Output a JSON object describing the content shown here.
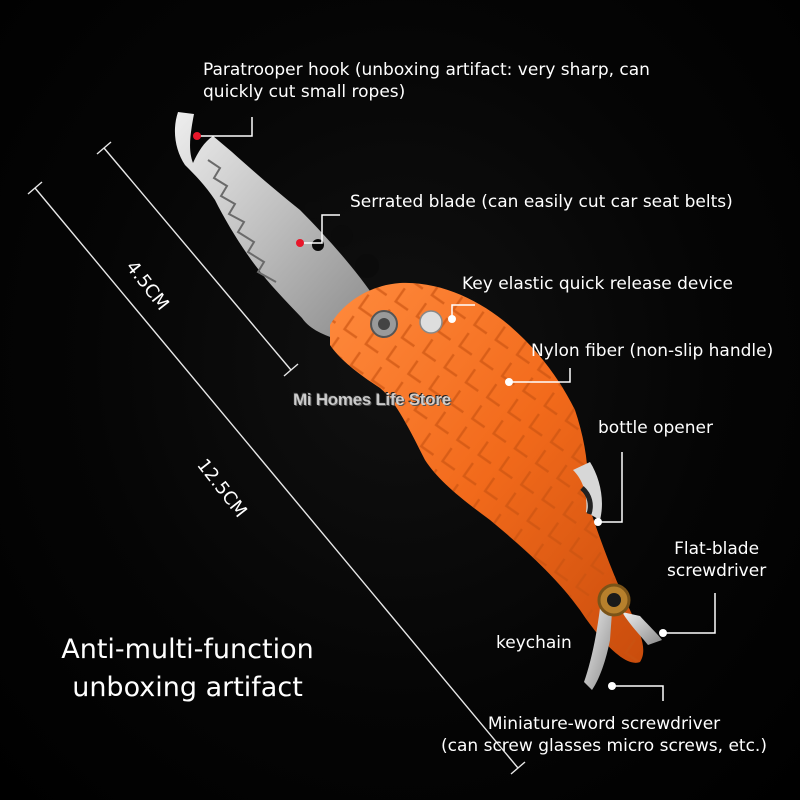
{
  "headline": {
    "line1": "Anti-multi-function",
    "line2": "unboxing artifact"
  },
  "watermark": "Mi Homes Life Store",
  "dimensions": {
    "blade": "4.5CM",
    "total": "12.5CM"
  },
  "callouts": {
    "hook": {
      "line1": "Paratrooper hook (unboxing artifact: very sharp, can",
      "line2": "quickly cut small ropes)"
    },
    "serrated": "Serrated blade (can easily cut car seat belts)",
    "quick_release": "Key elastic quick release device",
    "nylon": "Nylon fiber (non-slip handle)",
    "bottle_opener": "bottle opener",
    "flat_blade": {
      "line1": "Flat-blade",
      "line2": "screwdriver"
    },
    "keychain": "keychain",
    "mini_screwdriver": {
      "line1": "Miniature-word screwdriver",
      "line2": "(can screw glasses micro screws, etc.)"
    }
  },
  "colors": {
    "background": "#000000",
    "handle": "#f26a1b",
    "blade": "#c9c9c9",
    "marker": "#e8162a",
    "text": "#ffffff"
  }
}
